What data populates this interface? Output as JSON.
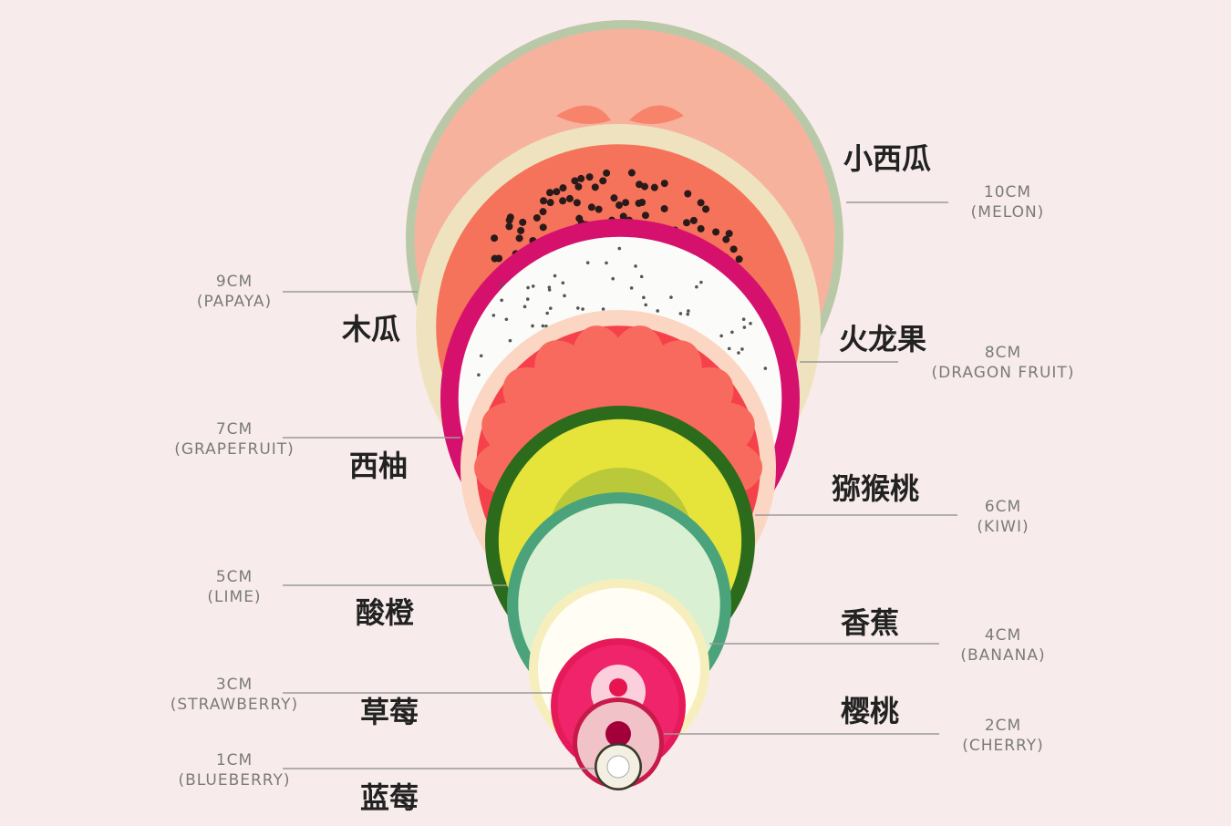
{
  "fruits": [
    {
      "zh": "小西瓜",
      "size": "10CM",
      "name": "(MELON)",
      "size_cm": 10,
      "side": "right",
      "rim": "#b9c9a8",
      "flesh": "#f7b29d"
    },
    {
      "zh": "木瓜",
      "size": "9CM",
      "name": "(PAPAYA)",
      "size_cm": 9,
      "side": "left",
      "rim": "#efe3bf",
      "flesh": "#f5735a"
    },
    {
      "zh": "火龙果",
      "size": "8CM",
      "name": "(DRAGON FRUIT)",
      "size_cm": 8,
      "side": "right",
      "rim": "#d5116d",
      "flesh": "#fbfbf9"
    },
    {
      "zh": "西柚",
      "size": "7CM",
      "name": "(GRAPEFRUIT)",
      "size_cm": 7,
      "side": "left",
      "rim": "#fbd6c3",
      "flesh": "#f5424a"
    },
    {
      "zh": "猕猴桃",
      "size": "6CM",
      "name": "(KIWI)",
      "size_cm": 6,
      "side": "right",
      "rim": "#2c6b1c",
      "flesh": "#e6e33a"
    },
    {
      "zh": "酸橙",
      "size": "5CM",
      "name": "(LIME)",
      "size_cm": 5,
      "side": "left",
      "rim": "#4aa37a",
      "flesh": "#d9f1d2"
    },
    {
      "zh": "香蕉",
      "size": "4CM",
      "name": "(BANANA)",
      "size_cm": 4,
      "side": "right",
      "rim": "#f6efbd",
      "flesh": "#fffdf4"
    },
    {
      "zh": "草莓",
      "size": "3CM",
      "name": "(STRAWBERRY)",
      "size_cm": 3,
      "side": "left",
      "rim": "#e61a5a",
      "flesh": "#f0246a"
    },
    {
      "zh": "樱桃",
      "size": "2CM",
      "name": "(CHERRY)",
      "size_cm": 2,
      "side": "right",
      "rim": "#c71a4a",
      "flesh": "#f1c3c8"
    },
    {
      "zh": "蓝莓",
      "size": "1CM",
      "name": "(BLUEBERRY)",
      "size_cm": 1,
      "side": "left",
      "rim": "#3a3a2a",
      "flesh": "#f3f0e3"
    }
  ]
}
